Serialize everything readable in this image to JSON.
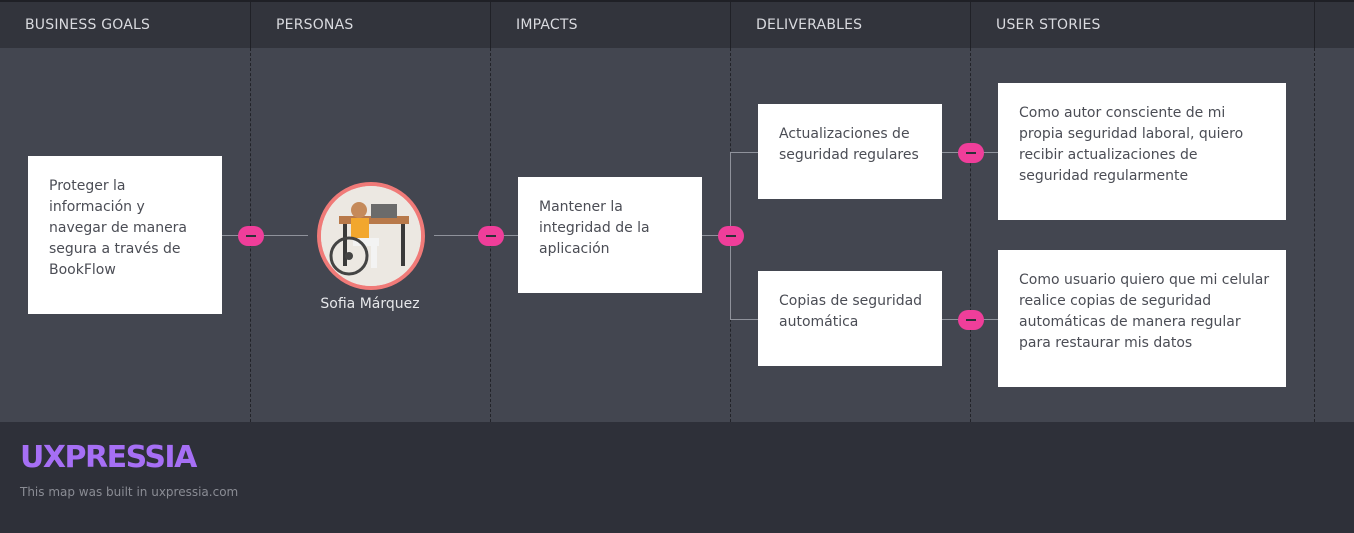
{
  "columns": [
    {
      "label": "BUSINESS GOALS"
    },
    {
      "label": "PERSONAS"
    },
    {
      "label": "IMPACTS"
    },
    {
      "label": "DELIVERABLES"
    },
    {
      "label": "USER STORIES"
    }
  ],
  "goal": {
    "text": "Proteger la información y navegar de manera segura a través de BookFlow"
  },
  "persona": {
    "name": "Sofia Márquez"
  },
  "impact": {
    "text": "Mantener la integridad de la aplicación"
  },
  "deliverables": [
    {
      "text": "Actualizaciones de seguridad regulares"
    },
    {
      "text": "Copias de seguridad automática"
    }
  ],
  "stories": [
    {
      "text": "Como autor consciente de mi propia seguridad laboral, quiero recibir actualizaciones de seguridad regularmente"
    },
    {
      "text": "Como usuario quiero que mi celular realice copias de seguridad automáticas de manera regular para restaurar mis datos"
    }
  ],
  "footer": {
    "logo": "UXPRESSIA",
    "credit": "This map was built in uxpressia.com"
  },
  "colors": {
    "accent": "#ef3e9a",
    "logo": "#a66ff5",
    "avatar_ring": "#f07a78"
  }
}
